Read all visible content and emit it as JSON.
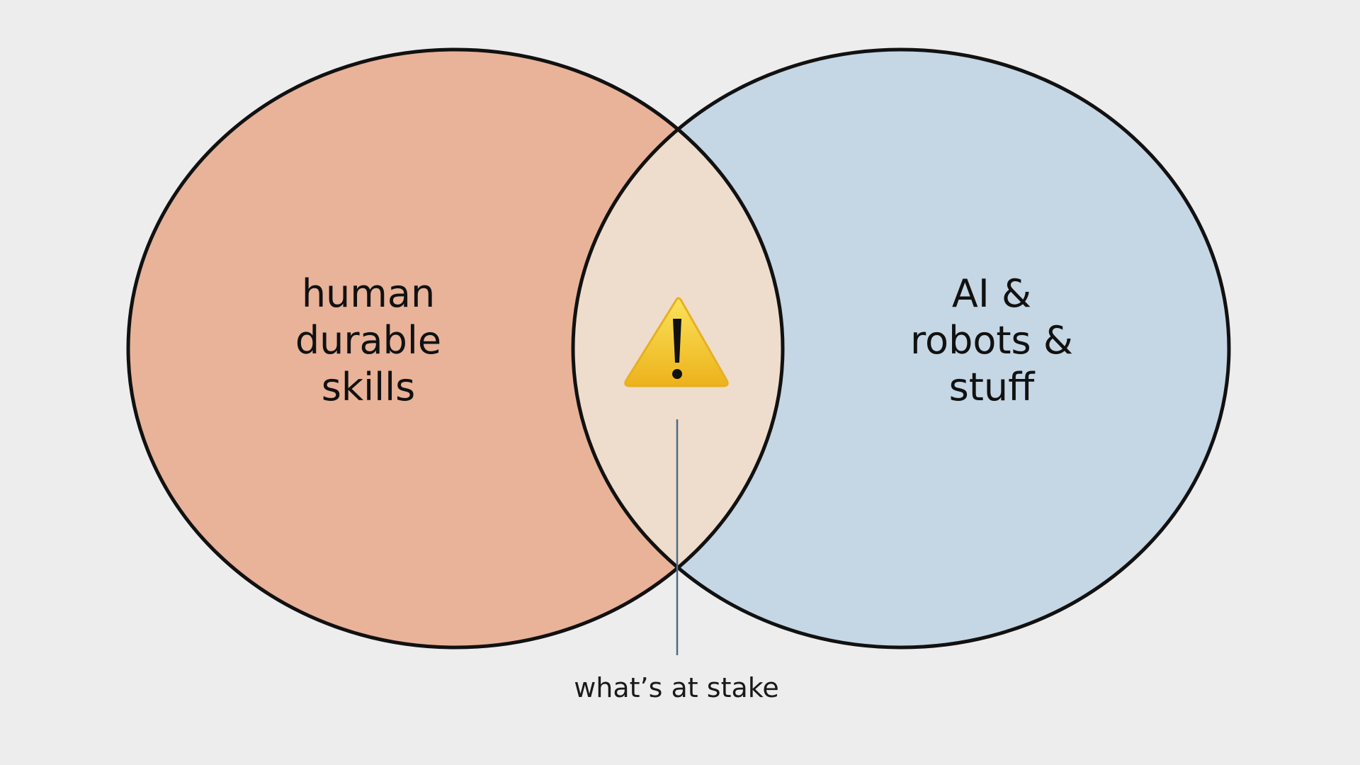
{
  "colors": {
    "background": "#EEEDEE",
    "left_fill": "#E8B399",
    "right_fill": "#C5D6E4",
    "overlap_fill": "#EEDDCD",
    "outline": "#111111",
    "callout_line": "#4D6A86",
    "warning_yellow": "#F6CE2E"
  },
  "left_circle": {
    "label_lines": [
      "human",
      "durable",
      "skills"
    ]
  },
  "right_circle": {
    "label_lines": [
      "AI &",
      "robots &",
      "stuff"
    ]
  },
  "overlap": {
    "icon": "warning-icon",
    "callout": "what’s at stake"
  }
}
